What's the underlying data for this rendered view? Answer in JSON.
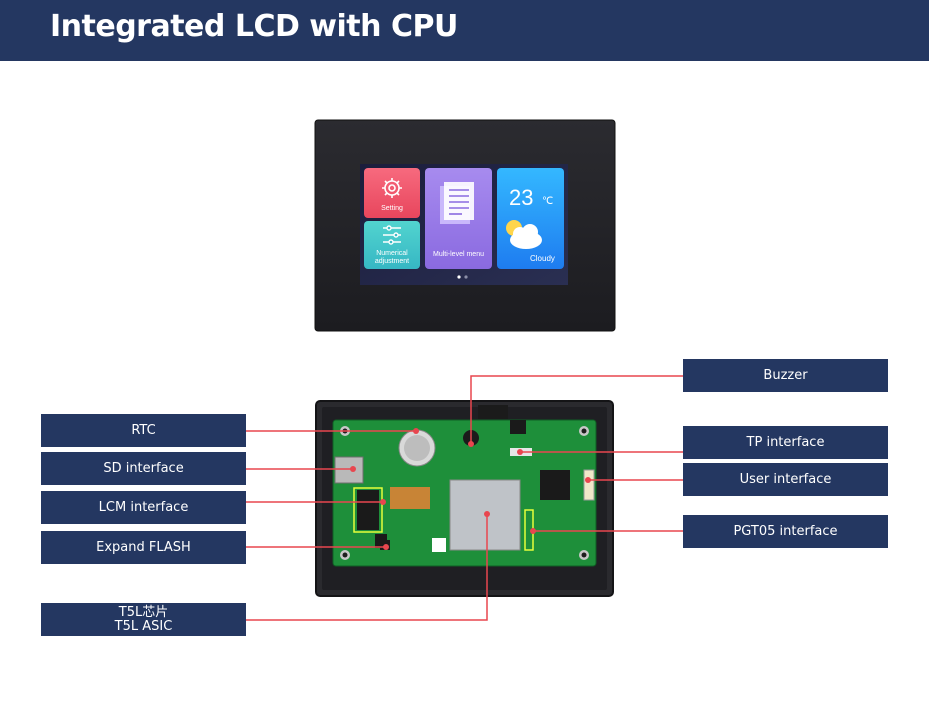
{
  "header": {
    "title": "Integrated LCD with CPU"
  },
  "screen": {
    "tiles": {
      "setting": "Setting",
      "numerical_1": "Numerical",
      "numerical_2": "adjustment",
      "multilevel": "Multi-level menu",
      "temperature": "23",
      "unit": "℃",
      "weather": "Cloudy"
    }
  },
  "callouts": {
    "rtc": "RTC",
    "sd": "SD interface",
    "lcm": "LCM interface",
    "flash": "Expand FLASH",
    "asic_cn": "T5L芯片",
    "asic_en": "T5L ASIC",
    "buzzer": "Buzzer",
    "tp": "TP interface",
    "user": "User interface",
    "pgt05": "PGT05 interface"
  },
  "colors": {
    "header_bg": "#243761",
    "callout_line": "#e8464f",
    "pcb": "#1e8f3a",
    "case": "#2a2a2e"
  }
}
